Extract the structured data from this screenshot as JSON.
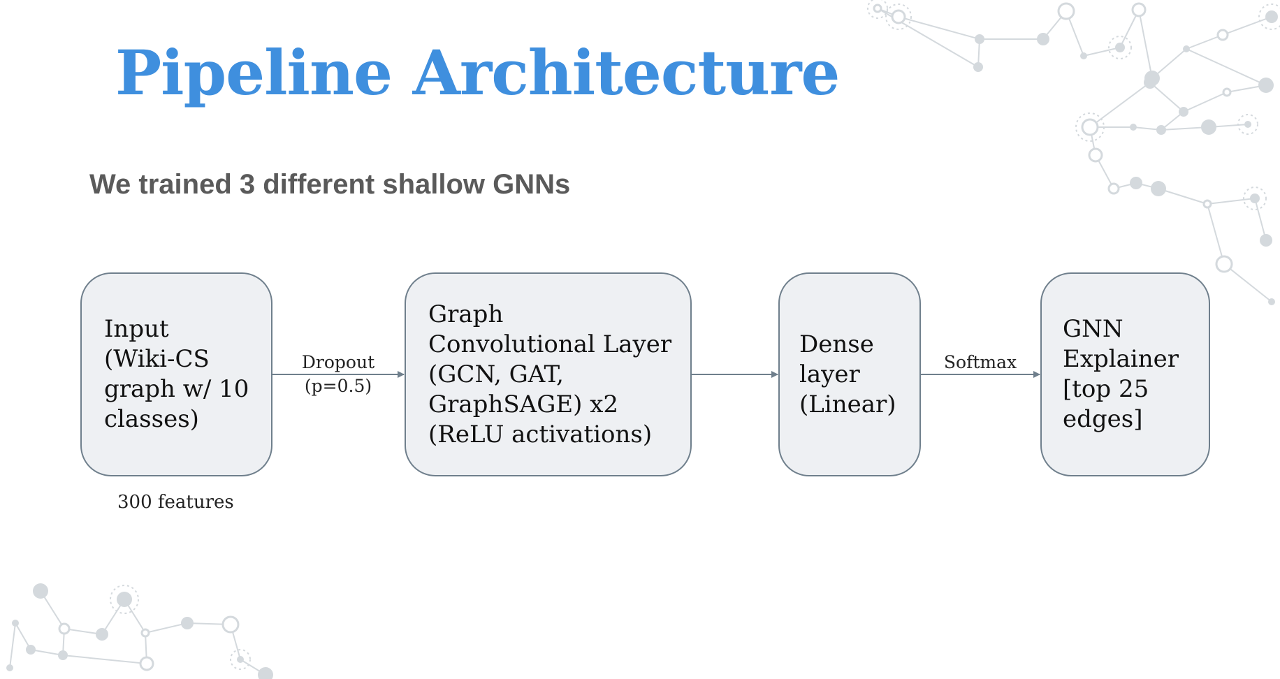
{
  "slide": {
    "title": "Pipeline Architecture",
    "subtitle": "We trained 3 different shallow GNNs"
  },
  "diagram": {
    "nodes": [
      {
        "id": "input",
        "label": "Input\n(Wiki-CS\ngraph w/ 10\nclasses)"
      },
      {
        "id": "graph-conv",
        "label": "Graph\nConvolutional Layer\n(GCN, GAT,\nGraphSAGE) x2\n(ReLU activations)"
      },
      {
        "id": "dense",
        "label": "Dense\nlayer\n(Linear)"
      },
      {
        "id": "explainer",
        "label": "GNN\nExplainer\n[top 25\nedges]"
      }
    ],
    "edges": [
      {
        "from": "input",
        "to": "graph-conv",
        "label": "Dropout\n(p=0.5)"
      },
      {
        "from": "graph-conv",
        "to": "dense",
        "label": ""
      },
      {
        "from": "dense",
        "to": "explainer",
        "label": "Softmax"
      }
    ],
    "input_note": "300 features"
  },
  "colors": {
    "title": "#3f8fde",
    "subtitle": "#5a5a5a",
    "node_fill": "#eef0f3",
    "node_border": "#6f7f8c",
    "edge": "#6f7f8c",
    "decoration": "#d4d9dd"
  }
}
